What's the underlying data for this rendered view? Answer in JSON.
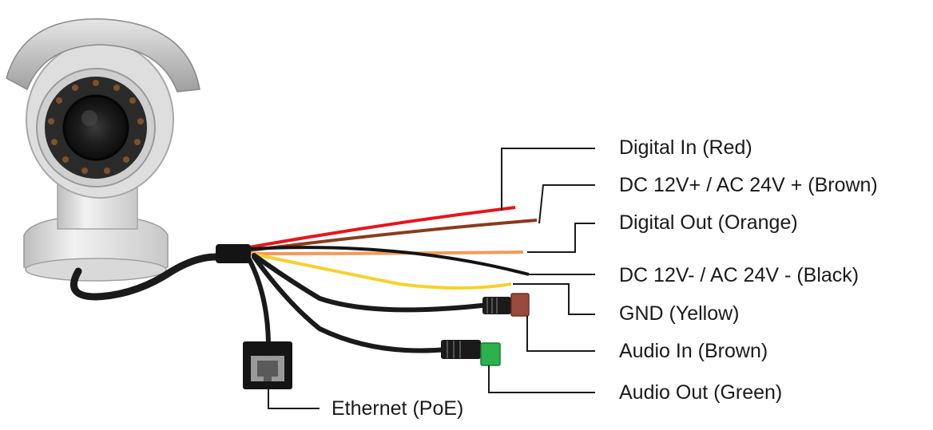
{
  "wires": [
    {
      "id": "digital_in",
      "label": "Digital In (Red)",
      "color": "#e8141b"
    },
    {
      "id": "dc_plus",
      "label": "DC 12V+ / AC 24V + (Brown)",
      "color": "#8a3b1c"
    },
    {
      "id": "digital_out",
      "label": "Digital Out (Orange)",
      "color": "#f29a5b"
    },
    {
      "id": "dc_minus",
      "label": "DC 12V- / AC 24V - (Black)",
      "color": "#141414"
    },
    {
      "id": "gnd",
      "label": "GND (Yellow)",
      "color": "#f7d12a"
    },
    {
      "id": "audio_in",
      "label": "Audio In (Brown)",
      "color": "#9a4a3a"
    },
    {
      "id": "audio_out",
      "label": "Audio Out (Green)",
      "color": "#2bb24c"
    },
    {
      "id": "ethernet",
      "label": "Ethernet (PoE)",
      "color": "#1a1a1a"
    }
  ]
}
